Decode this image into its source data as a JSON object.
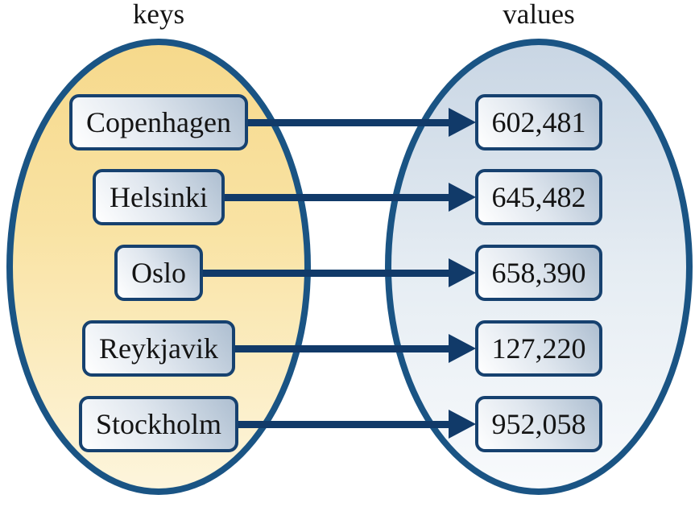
{
  "diagram": {
    "left_set_label": "keys",
    "right_set_label": "values",
    "entries": [
      {
        "key": "Copenhagen",
        "value": "602,481"
      },
      {
        "key": "Helsinki",
        "value": "645,482"
      },
      {
        "key": "Oslo",
        "value": "658,390"
      },
      {
        "key": "Reykjavik",
        "value": "127,220"
      },
      {
        "key": "Stockholm",
        "value": "952,058"
      }
    ],
    "colors": {
      "ellipse_border": "#1a5484",
      "keys_fill_top": "#f6d98c",
      "keys_fill_bottom": "#fdf5dc",
      "values_fill_top": "#c9d6e4",
      "values_fill_bottom": "#f8fafc",
      "node_border": "#16416f",
      "node_fill_dark": "#aebfd1",
      "node_fill_light": "#ffffff",
      "arrow": "#113a69",
      "text": "#141414",
      "background": "#ffffff"
    }
  }
}
